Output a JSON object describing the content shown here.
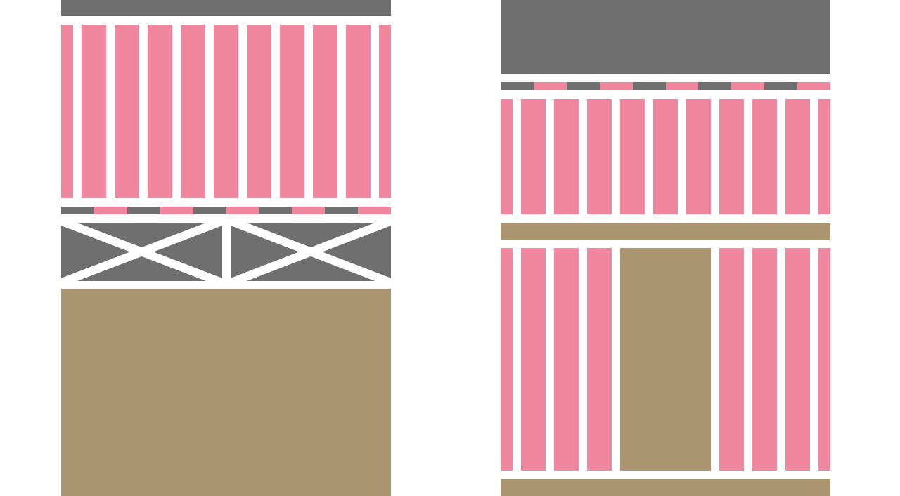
{
  "colors": {
    "gray": "#6f6f6f",
    "pink": "#f0879e",
    "brown": "#ab9570",
    "background": "#ffffff"
  },
  "left_panel": {
    "stud_count": 11,
    "strip_segments": 10,
    "truss_bays": 2
  },
  "right_panel": {
    "stud_count_upper": 11,
    "stud_count_lower": 11,
    "door_replaces_studs": [
      4,
      5,
      6
    ],
    "strip_segments": 10
  }
}
